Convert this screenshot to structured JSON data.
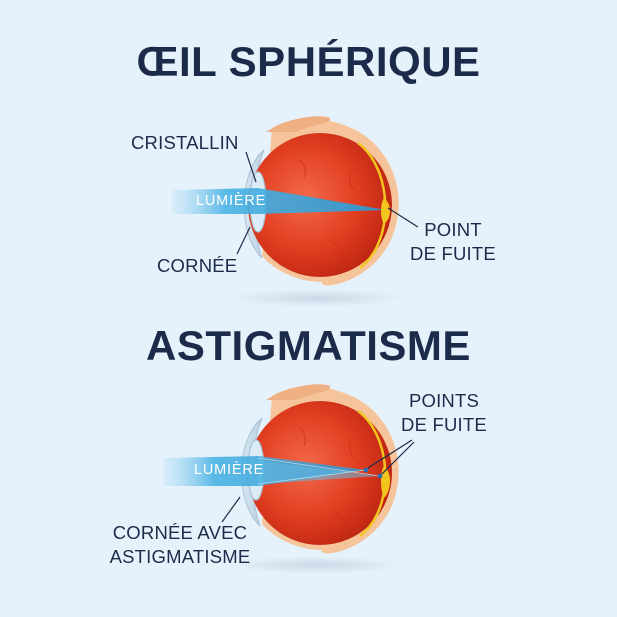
{
  "top": {
    "title": "ŒIL SPHÉRIQUE",
    "labels": {
      "lens": "CRISTALLIN",
      "light": "LUMIÈRE",
      "cornea": "CORNÉE",
      "vanishing_point_line1": "POINT",
      "vanishing_point_line2": "DE FUITE"
    }
  },
  "bottom": {
    "title": "ASTIGMATISME",
    "labels": {
      "light": "LUMIÈRE",
      "vanishing_points_line1": "POINTS",
      "vanishing_points_line2": "DE FUITE",
      "cornea_line1": "CORNÉE AVEC",
      "cornea_line2": "ASTIGMATISME"
    }
  },
  "colors": {
    "background": "#e6f2fb",
    "text": "#1c2b4a",
    "eyeball": "#e63e22",
    "sclera": "#f5c49a",
    "light_beam": "#3aa6dc",
    "retina_spot": "#f2c51f"
  }
}
